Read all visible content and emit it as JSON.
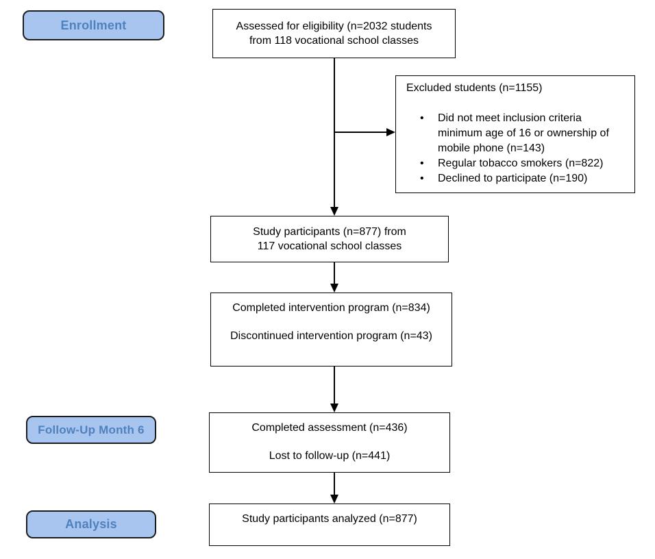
{
  "stage_labels": {
    "enrollment": "Enrollment",
    "followup": "Follow-Up Month 6",
    "analysis": "Analysis"
  },
  "boxes": {
    "assessed": {
      "line1": "Assessed for eligibility (n=2032 students",
      "line2": "from 118 vocational school classes"
    },
    "excluded": {
      "title": "Excluded students (n=1155)",
      "bullets": [
        "Did not meet inclusion criteria minimum age of 16 or ownership of mobile phone (n=143)",
        "Regular tobacco smokers (n=822)",
        "Declined to participate (n=190)"
      ],
      "bullet_glyph": "•"
    },
    "participants": {
      "line1": "Study participants (n=877) from",
      "line2": "117 vocational school classes"
    },
    "intervention": {
      "line1": "Completed intervention program (n=834)",
      "line2": "Discontinued intervention program (n=43)"
    },
    "assessment": {
      "line1": "Completed assessment (n=436)",
      "line2": "Lost to follow-up (n=441)"
    },
    "analyzed": {
      "line1": "Study participants analyzed (n=877)"
    }
  },
  "colors": {
    "label_fill": "#a8c5f0",
    "label_text": "#4f81bd",
    "label_border": "#1c1c1c",
    "box_border": "#000000",
    "arrow": "#000000",
    "background": "#ffffff"
  }
}
